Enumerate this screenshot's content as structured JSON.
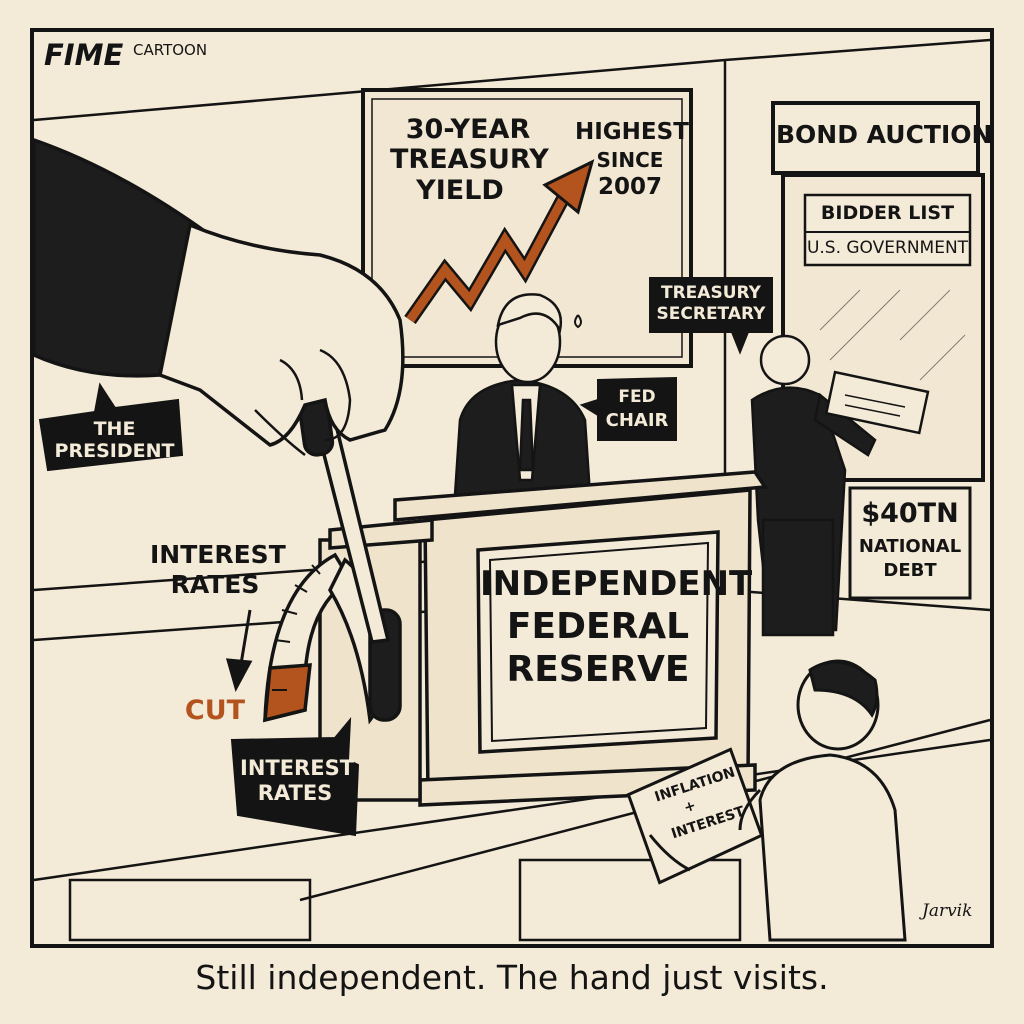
{
  "brand": {
    "name": "FIME",
    "subtitle": "CARTOON"
  },
  "chart_sign": {
    "title": [
      "30-YEAR",
      "TREASURY",
      "YIELD"
    ],
    "note": [
      "HIGHEST",
      "SINCE",
      "2007"
    ]
  },
  "bond_auction": {
    "sign": "BOND AUCTION",
    "board_title": "BIDDER LIST",
    "bidder": "U.S. GOVERNMENT"
  },
  "tags": {
    "treasury_secretary": [
      "TREASURY",
      "SECRETARY"
    ],
    "fed_chair": [
      "FED",
      "CHAIR"
    ],
    "president": [
      "THE",
      "PRESIDENT"
    ],
    "lever_tag": [
      "INTEREST",
      "RATES"
    ]
  },
  "lever": {
    "label": [
      "INTEREST",
      "RATES"
    ],
    "setting": "CUT"
  },
  "podium": {
    "lines": [
      "INDEPENDENT",
      "FEDERAL",
      "RESERVE"
    ]
  },
  "debt_sign": {
    "lines": [
      "$40TN",
      "NATIONAL",
      "DEBT"
    ]
  },
  "paper": {
    "lines": [
      "INFLATION",
      "+",
      "INTEREST"
    ]
  },
  "signature": "Jarvik",
  "caption": "Still independent. The hand just visits.",
  "colors": {
    "paper": "#f4ead8",
    "ink": "#141414",
    "accent": "#b3541e",
    "panel": "#ecdfc7"
  }
}
